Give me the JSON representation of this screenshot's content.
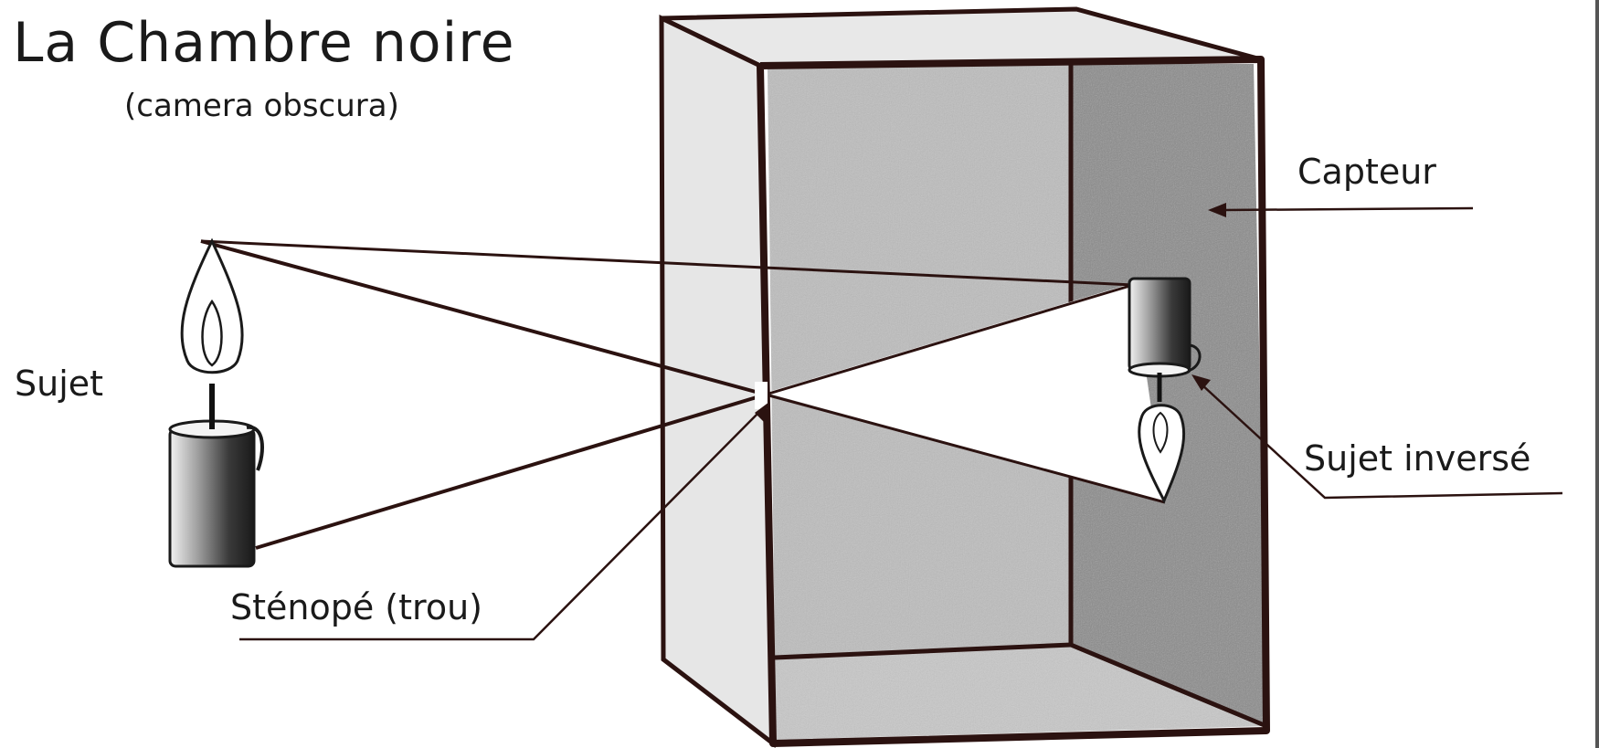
{
  "title": "La Chambre noire",
  "subtitle": "(camera obscura)",
  "labels": {
    "subject": "Sujet",
    "sensor": "Capteur",
    "inverted_subject": "Sujet inversé",
    "pinhole": "Sténopé (trou)"
  },
  "colors": {
    "outline": "#2b1210",
    "box_side": "#e6e6e6",
    "box_top": "#e8e8e8",
    "inner_wall": "#bdbdbd",
    "back_wall": "#8a8a8a",
    "light_cone": "#ffffff"
  }
}
